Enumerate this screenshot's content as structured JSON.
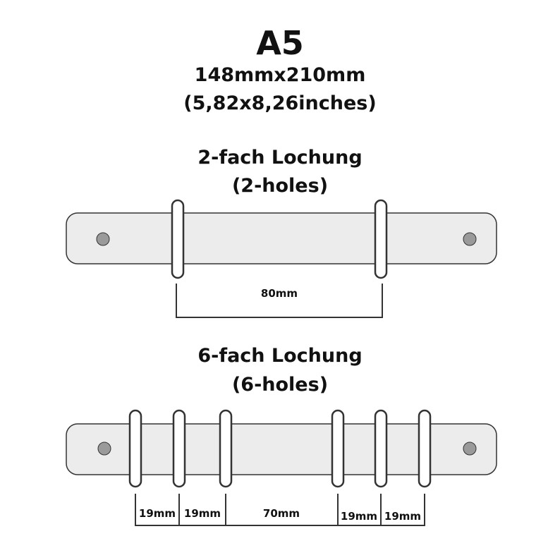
{
  "format": {
    "title": "A5",
    "size_mm": "148mmx210mm",
    "size_inches": "(5,82x8,26inches)"
  },
  "two_hole": {
    "title_de": "2-fach Lochung",
    "title_en": "(2-holes)",
    "spacing_label": "80mm"
  },
  "six_hole": {
    "title_de": "6-fach Lochung",
    "title_en": "(6-holes)",
    "spacing_labels": [
      "19mm",
      "19mm",
      "70mm",
      "19mm",
      "19mm"
    ]
  },
  "colors": {
    "strip_fill": "#ececec",
    "outline": "#333333",
    "rivet": "#9a9a9a",
    "ring_fill": "#ffffff"
  }
}
